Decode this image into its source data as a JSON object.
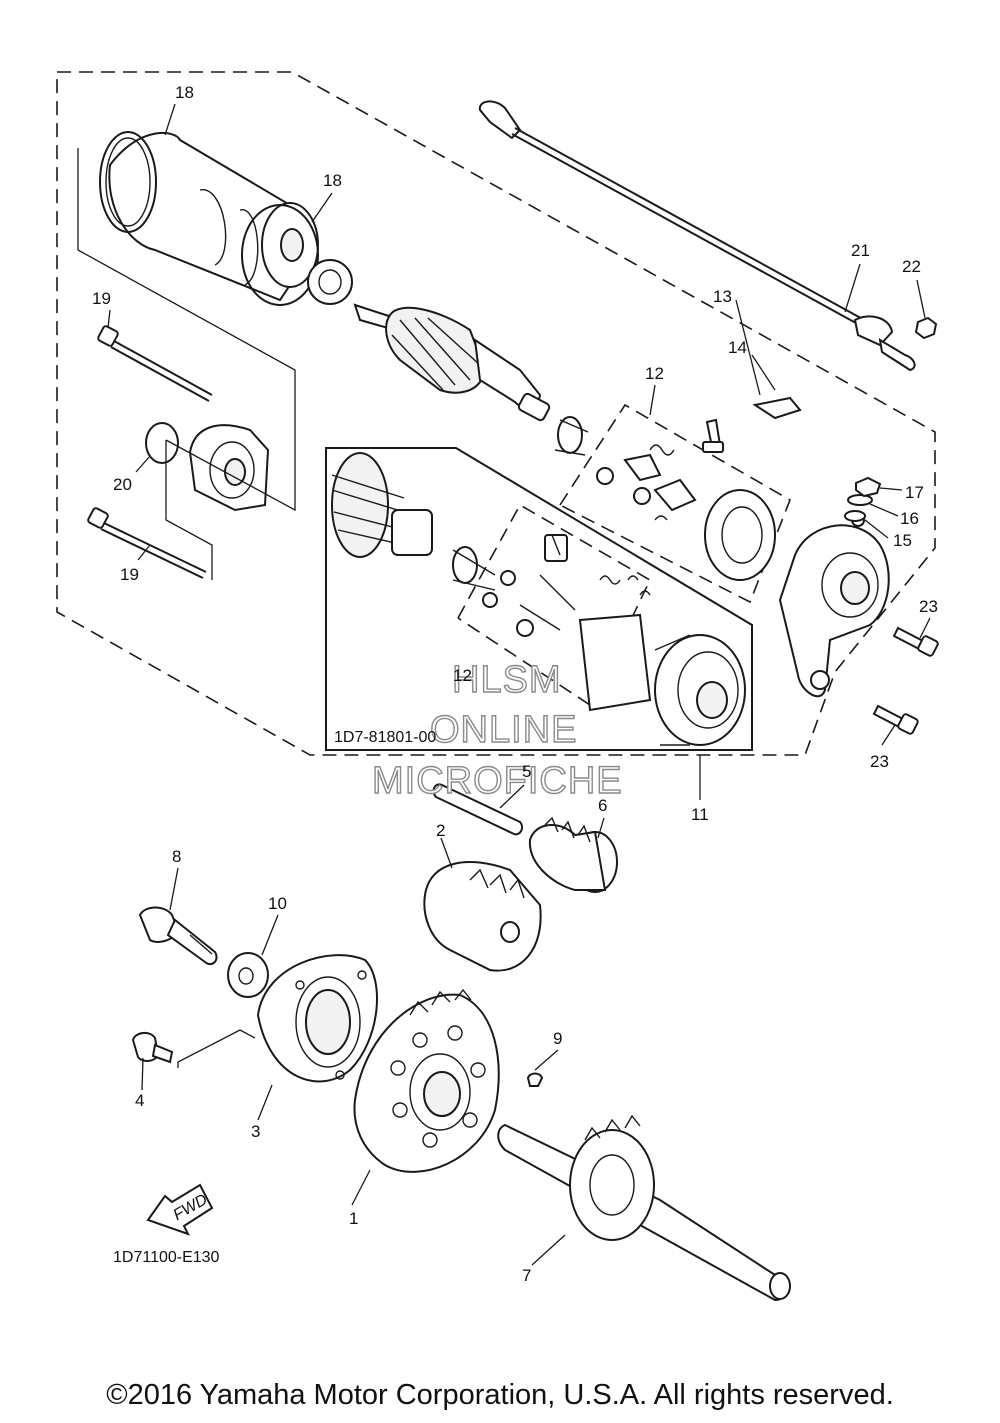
{
  "callouts": {
    "c1": "1",
    "c2": "2",
    "c3": "3",
    "c4": "4",
    "c5": "5",
    "c6": "6",
    "c7": "7",
    "c8": "8",
    "c9": "9",
    "c10": "10",
    "c11": "11",
    "c12a": "12",
    "c12b": "12",
    "c13": "13",
    "c14": "14",
    "c15": "15",
    "c16": "16",
    "c17": "17",
    "c18a": "18",
    "c18b": "18",
    "c19a": "19",
    "c19b": "19",
    "c20": "20",
    "c21": "21",
    "c22": "22",
    "c23a": "23",
    "c23b": "23"
  },
  "inset_code": "1D7-81801-00",
  "diagram_code": "1D71100-E130",
  "fwd_label": "FWD",
  "watermark": {
    "line1": "HLSM",
    "line2": "ONLINE",
    "line3": "MICROFICHE"
  },
  "copyright": "©2016 Yamaha Motor Corporation, U.S.A. All rights reserved."
}
